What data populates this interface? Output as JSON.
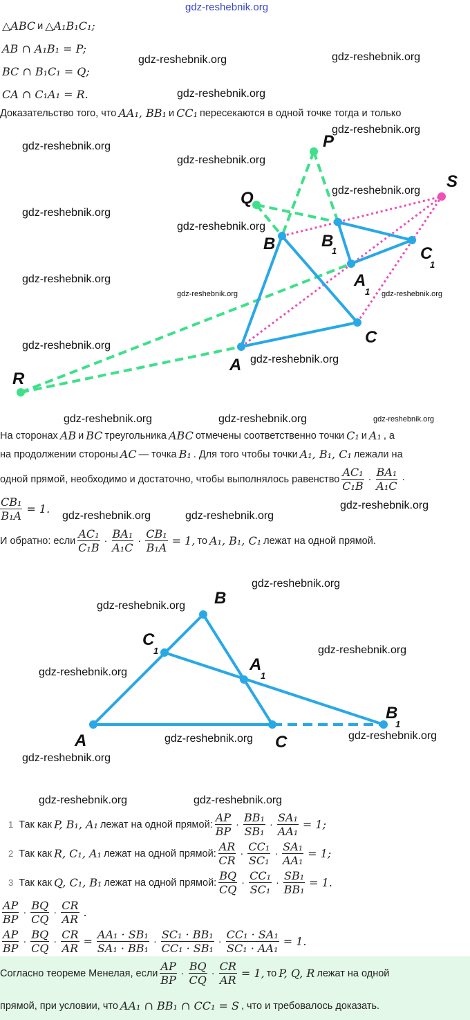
{
  "watermarks": [
    "gdz-reshebnik.org",
    "gdz-reshebnik.org",
    "gdz-reshebnik.org",
    "gdz-reshebnik.org",
    "gdz-reshebnik.org",
    "gdz-reshebnik.org",
    "gdz-reshebnik.org",
    "gdz-reshebnik.org",
    "gdz-reshebnik.org",
    "gdz-reshebnik.org",
    "gdz-reshebnik.org",
    "gdz-reshebnik.org",
    "gdz-reshebnik.org",
    "gdz-reshebnik.org",
    "gdz-reshebnik.org",
    "gdz-reshebnik.org",
    "gdz-reshebnik.org",
    "gdz-reshebnik.org",
    "gdz-reshebnik.org",
    "gdz-reshebnik.org",
    "gdz-reshebnik.org",
    "gdz-reshebnik.org",
    "gdz-reshebnik.org",
    "gdz-reshebnik.org",
    "gdz-reshebnik.org",
    "gdz-reshebnik.org",
    "gdz-reshebnik.org",
    "gdz-reshebnik.org",
    "gdz-reshebnik.org",
    "gdz-reshebnik.org"
  ],
  "given": {
    "l1a": "△ABC",
    "l1b": "и",
    "l1c": "△A₁B₁C₁;",
    "l2": "AB ∩ A₁B₁ = P;",
    "l3": "BC ∩ B₁C₁ = Q;",
    "l4": "CA ∩ C₁A₁ = R."
  },
  "intro": {
    "t1": "Доказательство того, что",
    "m1": "AA₁, BB₁",
    "t2": "и",
    "m2": "CC₁",
    "t3": "пересекаются в одной точке тогда и только"
  },
  "fig1": {
    "P": "P",
    "Q": "Q",
    "B": "B",
    "B1": "B",
    "C1": "C",
    "A1": "A",
    "C": "C",
    "A": "A",
    "R": "R",
    "S": "S",
    "one": "1",
    "colors": {
      "blue": "#29a8e6",
      "green": "#3ee08a",
      "pink": "#ee4fb8"
    }
  },
  "theorem": {
    "l1": {
      "t1": "На сторонах",
      "m1": "AB",
      "t2": "и",
      "m2": "BC",
      "t3": "треугольника",
      "m3": "ABC",
      "t4": "отмечены соответственно точки",
      "m4": "C₁",
      "t5": "и",
      "m5": "A₁",
      "t6": ", а"
    },
    "l2": {
      "t1": "на продолжении стороны",
      "m1": "AC",
      "t2": "— точка",
      "m2": "B₁",
      "t3": ". Для того чтобы точки",
      "m3": "A₁,  B₁,  C₁",
      "t4": "лежали на"
    },
    "l3": {
      "t1": "одной прямой, необходимо и достаточно, чтобы выполнялось равенство",
      "f1n": "AC₁",
      "f1d": "C₁B",
      "f2n": "BA₁",
      "f2d": "A₁C",
      "dot": "·"
    },
    "l4": {
      "fn": "CB₁",
      "fd": "B₁A",
      "eq": "= 1."
    },
    "l5": {
      "t1": "И обратно: если",
      "f1n": "AC₁",
      "f1d": "C₁B",
      "f2n": "BA₁",
      "f2d": "A₁C",
      "f3n": "CB₁",
      "f3d": "B₁A",
      "eq": "= 1,",
      "t2": "то",
      "m1": "A₁,  B₁,  C₁",
      "t3": "лежат на одной прямой."
    }
  },
  "fig2": {
    "B": "B",
    "C1": "C",
    "A1": "A",
    "A": "A",
    "C": "C",
    "B1": "B",
    "one": "1"
  },
  "steps": [
    {
      "n": "1",
      "t1": "Так как",
      "m1": "P, B₁, A₁",
      "t2": "лежат на одной прямой:",
      "f": [
        [
          "AP",
          "BP"
        ],
        [
          "BB₁",
          "SB₁"
        ],
        [
          "SA₁",
          "AA₁"
        ]
      ],
      "eq": "= 1;"
    },
    {
      "n": "2",
      "t1": "Так как",
      "m1": "R, C₁, A₁",
      "t2": "лежат на одной прямой:",
      "f": [
        [
          "AR",
          "CR"
        ],
        [
          "CC₁",
          "SC₁"
        ],
        [
          "SA₁",
          "AA₁"
        ]
      ],
      "eq": "= 1;"
    },
    {
      "n": "3",
      "t1": "Так как",
      "m1": "Q, C₁, B₁",
      "t2": "лежат на одной прямой:",
      "f": [
        [
          "BQ",
          "CQ"
        ],
        [
          "CC₁",
          "SC₁"
        ],
        [
          "SB₁",
          "BB₁"
        ]
      ],
      "eq": "= 1."
    }
  ],
  "product": {
    "f": [
      [
        "AP",
        "BP"
      ],
      [
        "BQ",
        "CQ"
      ],
      [
        "CR",
        "AR"
      ]
    ],
    "end": "."
  },
  "result": {
    "f": [
      [
        "AP",
        "BP"
      ],
      [
        "BQ",
        "CQ"
      ],
      [
        "CR",
        "AR"
      ]
    ],
    "eq1": "=",
    "g": [
      [
        "AA₁ · SB₁",
        "SA₁ · BB₁"
      ],
      [
        "SC₁ · BB₁",
        "CC₁ · SB₁"
      ],
      [
        "CC₁ · SA₁",
        "SC₁ · AA₁"
      ]
    ],
    "eq2": "= 1."
  },
  "conclusion": {
    "t1": "Согласно теореме Менелая, если",
    "f": [
      [
        "AP",
        "BP"
      ],
      [
        "BQ",
        "CQ"
      ],
      [
        "CR",
        "AR"
      ]
    ],
    "eq": "= 1,",
    "t2": "то",
    "m1": "P, Q, R",
    "t3": "лежат на одной",
    "t4": "прямой, при условии, что",
    "m2": "AA₁ ∩ BB₁ ∩ CC₁ = S",
    "t5": ", что и требовалось доказать."
  }
}
